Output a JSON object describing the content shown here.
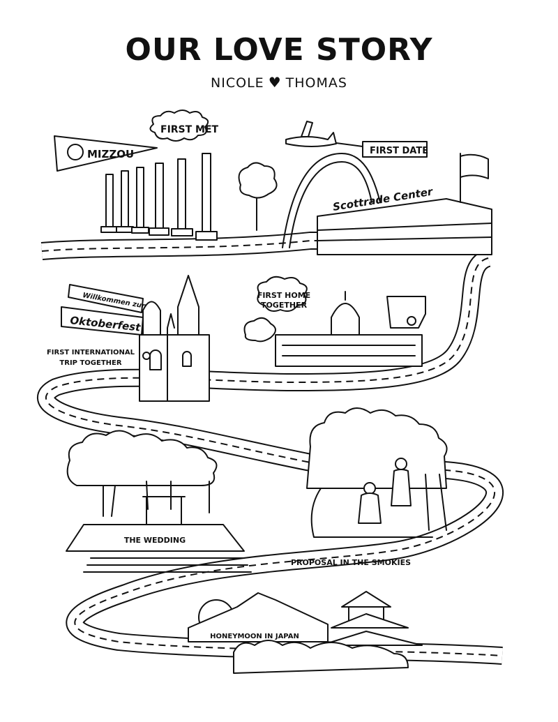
{
  "header": {
    "title": "OUR LOVE STORY",
    "name_left": "NICOLE",
    "heart": "♥",
    "name_right": "THOMAS"
  },
  "milestones": {
    "first_met": "FIRST MET",
    "mizzou": "MIZZOU",
    "first_date": "FIRST DATE",
    "scottrade": "Scottrade Center",
    "first_home": [
      "FIRST HOME",
      "TOGETHER"
    ],
    "willkommen": "Willkommen zum",
    "oktoberfest": "Oktoberfest",
    "first_trip": [
      "FIRST INTERNATIONAL",
      "TRIP TOGETHER"
    ],
    "wedding": "THE WEDDING",
    "proposal": "PROPOSAL IN THE SMOKIES",
    "honeymoon": "HONEYMOON IN JAPAN"
  }
}
